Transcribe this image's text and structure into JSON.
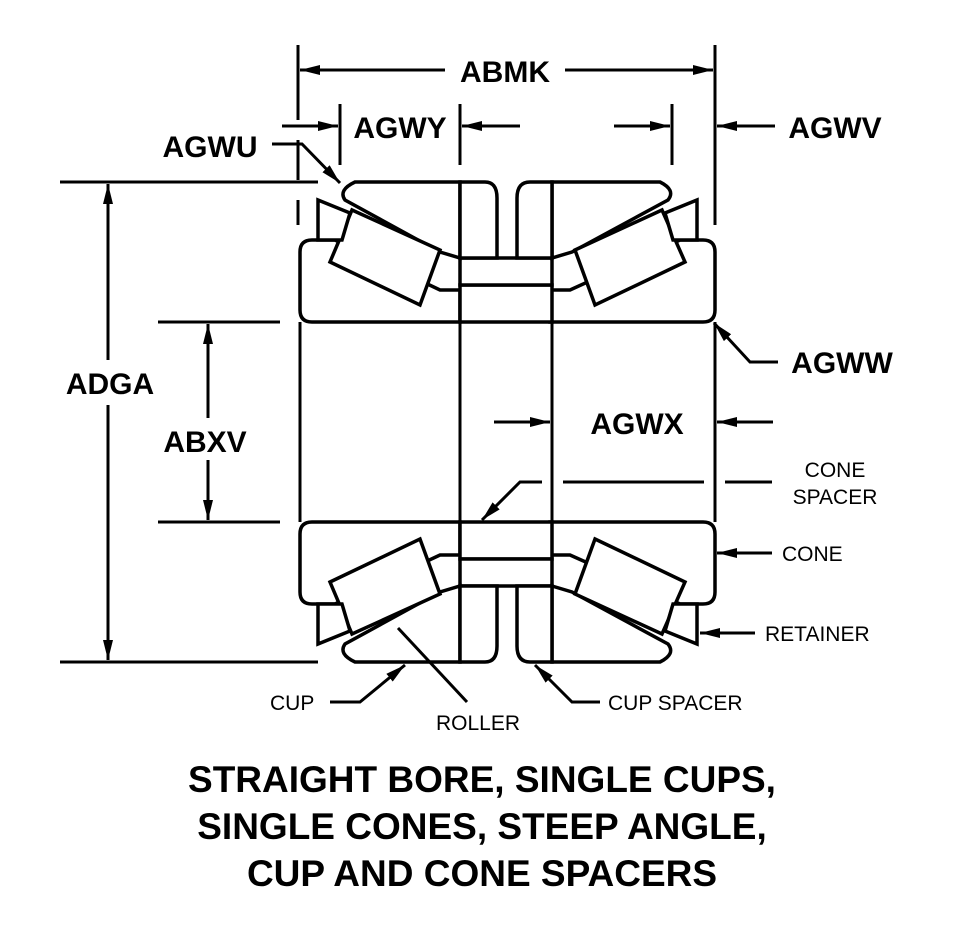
{
  "diagram": {
    "subject": "Tapered roller bearing, double row, cross-section",
    "colors": {
      "ink": "#000000",
      "paper": "#ffffff"
    },
    "dimensions": {
      "overall_width": "ABMK",
      "cup_width": "AGWY",
      "cup_back_radius": "AGWU",
      "cone_back_radius": "AGWV",
      "cone_front_radius": "AGWW",
      "cone_width": "AGWX",
      "outside_diameter": "ADGA",
      "bore_diameter": "ABXV"
    },
    "parts": {
      "cone_spacer_line1": "CONE",
      "cone_spacer_line2": "SPACER",
      "cone": "CONE",
      "retainer": "RETAINER",
      "cup": "CUP",
      "roller": "ROLLER",
      "cup_spacer": "CUP SPACER"
    },
    "title": {
      "line1": "STRAIGHT BORE, SINGLE CUPS,",
      "line2": "SINGLE CONES, STEEP ANGLE,",
      "line3": "CUP AND CONE SPACERS"
    }
  }
}
